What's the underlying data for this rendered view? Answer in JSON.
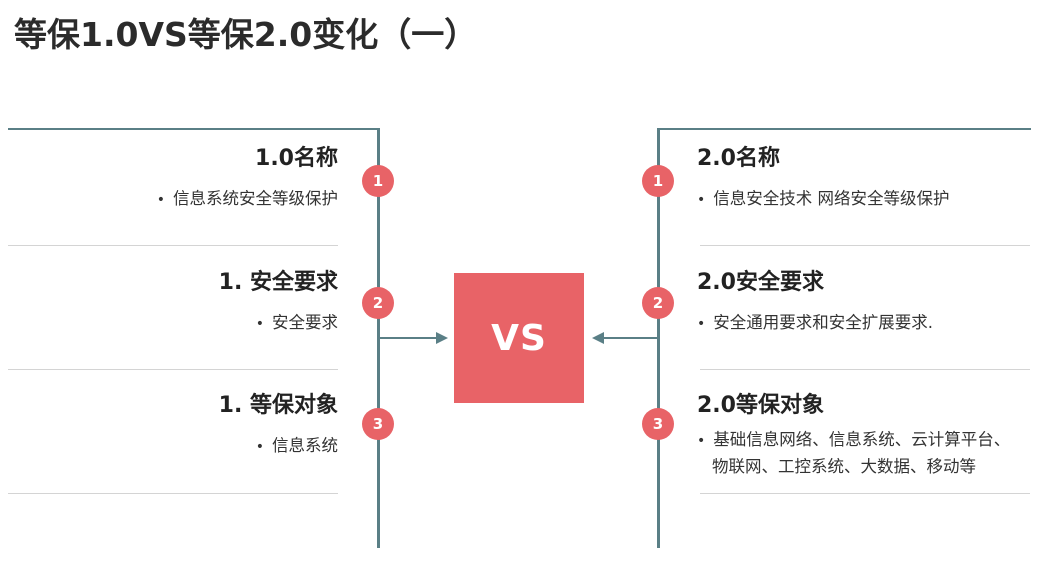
{
  "title": "等保1.0VS等保2.0变化（一）",
  "center": {
    "label": "VS"
  },
  "left": {
    "rows": [
      {
        "badge": "1",
        "title": "1.0名称",
        "bullets": [
          "信息系统安全等级保护"
        ]
      },
      {
        "badge": "2",
        "title": "1.  安全要求",
        "bullets": [
          "安全要求"
        ]
      },
      {
        "badge": "3",
        "title": "1.  等保对象",
        "bullets": [
          "信息系统"
        ]
      }
    ]
  },
  "right": {
    "rows": [
      {
        "badge": "1",
        "title": "2.0名称",
        "bullets": [
          "信息安全技术 网络安全等级保护"
        ]
      },
      {
        "badge": "2",
        "title": "2.0安全要求",
        "bullets": [
          "安全通用要求和安全扩展要求."
        ]
      },
      {
        "badge": "3",
        "title": "2.0等保对象",
        "bullets": [
          "基础信息网络、信息系统、云计算平台、",
          "物联网、工控系统、大数据、移动等"
        ]
      }
    ]
  },
  "colors": {
    "accent": "#e86367",
    "line": "#5a7f86",
    "divider": "#d4d4d4"
  }
}
